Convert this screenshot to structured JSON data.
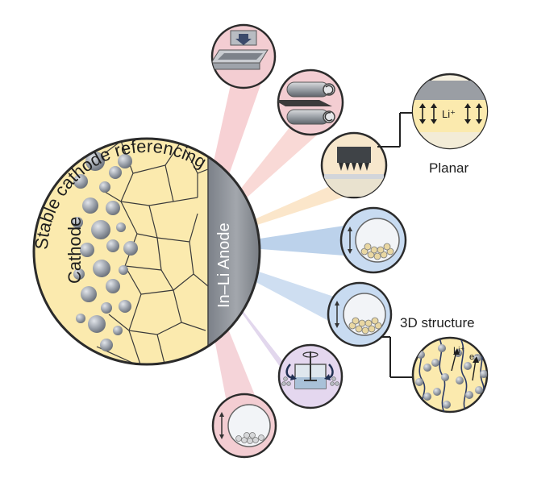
{
  "arc_title": "Stable cathode referencing",
  "cathode_label": "Cathode",
  "anode_label": "In–Li Anode",
  "planar_label": "Planar",
  "structure_label": "3D structure",
  "li_ion_label": "Li⁺",
  "electron_label": "e⁻",
  "methods": [
    {
      "icon": "press-icon"
    },
    {
      "icon": "roller-icon"
    },
    {
      "icon": "stamp-icon"
    },
    {
      "icon": "vial-icon"
    },
    {
      "icon": "vial-icon"
    },
    {
      "icon": "mixer-icon"
    },
    {
      "icon": "vial-icon"
    }
  ],
  "colors": {
    "cathode_fill": "#fbeaae",
    "particle": "#9ca3ad",
    "anode": "#8f9399",
    "ray_pink": "#f6c9cc",
    "ray_orange": "#fbe3c4",
    "ray_blue": "#b5cde9",
    "ray_purple": "#ddd0ea",
    "circle_pink": "#f3cdd2",
    "circle_orange": "#f7e7cc",
    "circle_blue": "#c8dbf1",
    "circle_purple": "#e4d7ef"
  }
}
